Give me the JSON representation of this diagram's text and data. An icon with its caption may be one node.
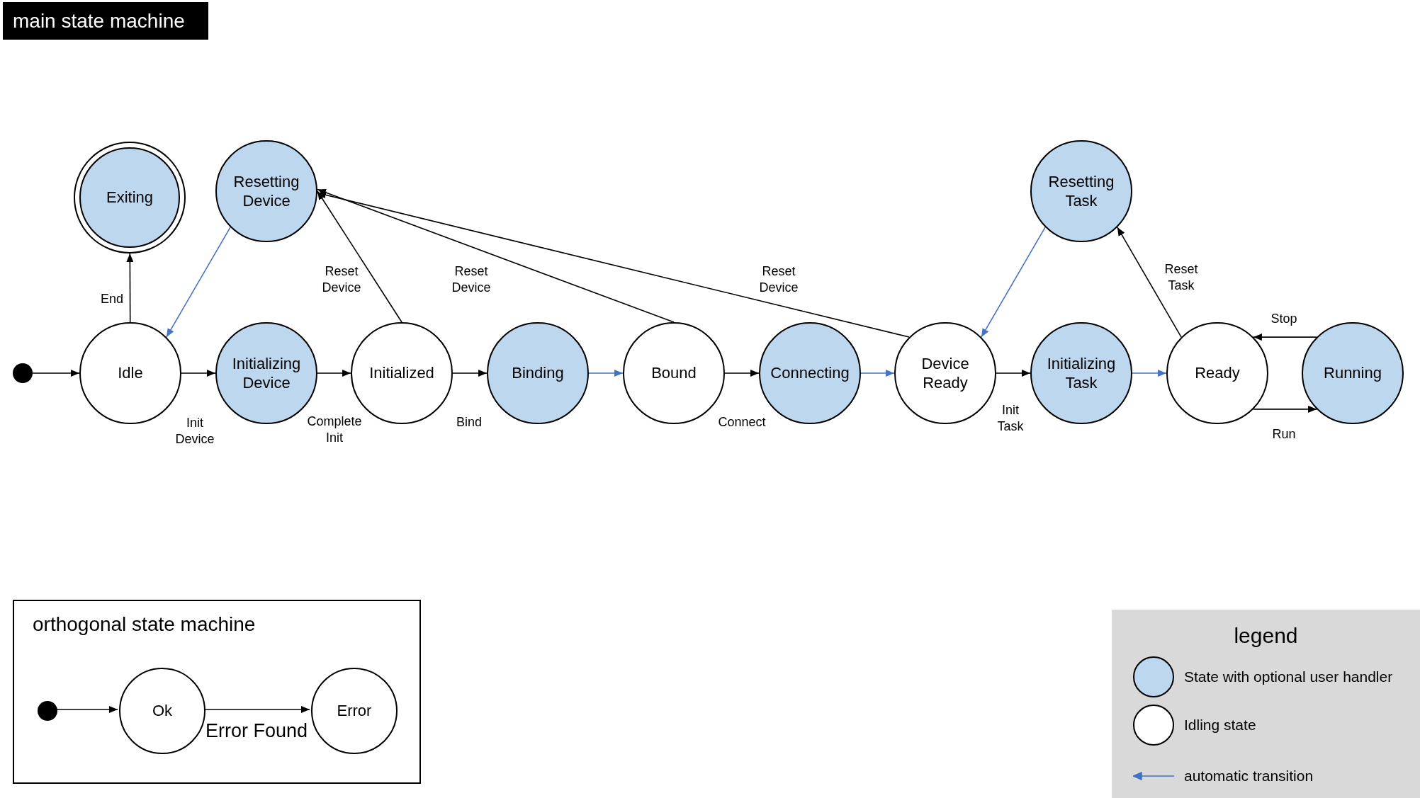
{
  "diagram": {
    "title": "main state machine",
    "nodes": [
      {
        "text": [
          "Exiting"
        ]
      },
      {
        "text": [
          "Resetting Device"
        ]
      },
      {
        "text": [
          "Resetting Task"
        ]
      },
      {
        "text": [],
        "shape": "circle"
      },
      {
        "text": [
          "Idle"
        ]
      },
      {
        "text": [
          "Initializing Device"
        ]
      },
      {
        "text": [
          "Initialized"
        ]
      },
      {
        "text": [
          "Binding"
        ]
      },
      {
        "text": [
          "Bound"
        ]
      },
      {
        "text": [
          "Connecting"
        ]
      },
      {
        "text": [
          "Device Ready"
        ]
      },
      {
        "text": [
          "Initializing Task"
        ]
      },
      {
        "text": [
          "Ready"
        ]
      },
      {
        "text": [
          "Running"
        ]
      },
      {
        "text": [
          "orthogonal state machine"
        ]
      },
      {
        "text": [],
        "shape": "circle",
        "in": 14
      },
      {
        "text": [
          "Ok"
        ],
        "in": 14
      },
      {
        "text": [
          "Error"
        ],
        "in": 14
      }
    ],
    "edges": [
      {
        "from": 3,
        "to": 4,
        "arrow": "to"
      },
      {
        "from": 4,
        "to": 0,
        "arrow": "to",
        "label": "End"
      },
      {
        "from": 4,
        "to": 5,
        "arrow": "to",
        "label": "Init Device"
      },
      {
        "from": 5,
        "to": 6,
        "arrow": "to",
        "label": "Complete Init"
      },
      {
        "from": 6,
        "to": 7,
        "arrow": "to",
        "label": "Bind"
      },
      {
        "from": 7,
        "to": 8,
        "arrow": "to",
        "color": "#4472c4"
      },
      {
        "from": 8,
        "to": 9,
        "arrow": "to",
        "label": "Connect"
      },
      {
        "from": 9,
        "to": 10,
        "arrow": "to",
        "color": "#4472c4"
      },
      {
        "from": 10,
        "to": 11,
        "arrow": "to",
        "label": "Init Task"
      },
      {
        "from": 11,
        "to": 12,
        "arrow": "to",
        "color": "#4472c4"
      },
      {
        "from": 12,
        "to": 13,
        "arrow": "to",
        "label": "Run"
      },
      {
        "from": 13,
        "to": 12,
        "arrow": "to",
        "label": "Stop"
      },
      {
        "from": 12,
        "to": 2,
        "arrow": "to",
        "label": "Reset Task"
      },
      {
        "from": 2,
        "to": 10,
        "arrow": "to",
        "color": "#4472c4"
      },
      {
        "from": 1,
        "to": 4,
        "arrow": "to",
        "color": "#4472c4"
      },
      {
        "from": 6,
        "to": 1,
        "arrow": "to",
        "label": "Reset Device"
      },
      {
        "from": 8,
        "to": 1,
        "arrow": "to",
        "label": "Reset Device"
      },
      {
        "from": 10,
        "to": 1,
        "arrow": "to",
        "label": "Reset Device"
      },
      {
        "from": 15,
        "to": 16,
        "arrow": "to"
      },
      {
        "from": 16,
        "to": 17,
        "arrow": "to",
        "label": "Error Found"
      }
    ],
    "labels": [
      "legend"
    ],
    "legend": [
      {
        "text": "State with optional user handler",
        "color": "#bdd7ee"
      },
      {
        "text": "Idling state",
        "color": "#ffffff"
      },
      {
        "text": "automatic transition"
      }
    ]
  }
}
